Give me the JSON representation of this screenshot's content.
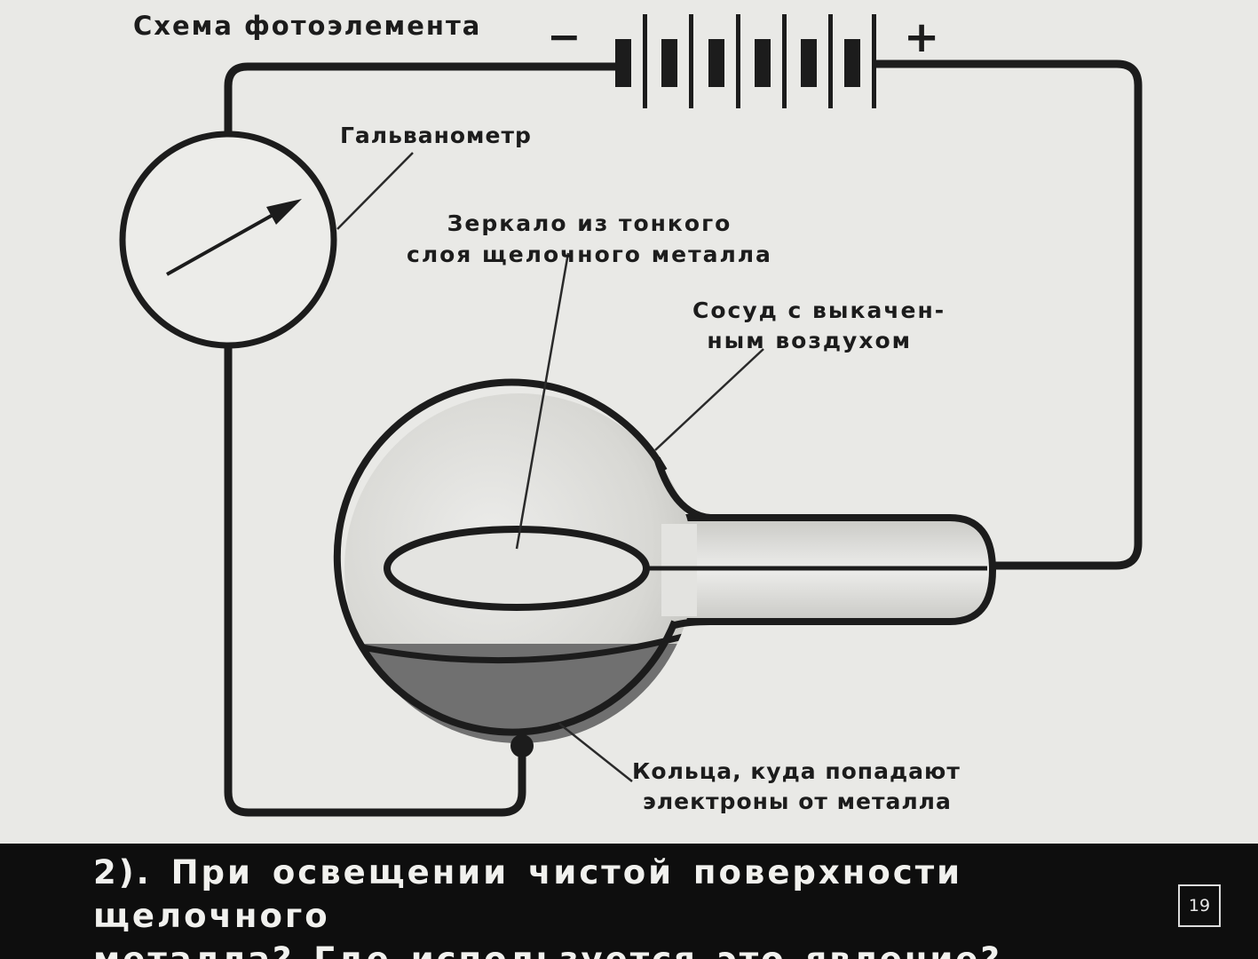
{
  "diagram": {
    "title": "Схема фотоэлемента",
    "battery": {
      "negative_sign": "−",
      "positive_sign": "+"
    },
    "labels": {
      "galvanometer": "Гальванометр",
      "mirror_line1": "Зеркало из тонкого",
      "mirror_line2": "слоя щелочного металла",
      "vessel_line1": "Сосуд с выкачен-",
      "vessel_line2": "ным воздухом",
      "rings_line1": "Кольца, куда попадают",
      "rings_line2": "электроны от металла"
    },
    "colors": {
      "background": "#e9e9e6",
      "ink": "#1c1c1c",
      "glass": "#d6d6d2",
      "metal_coating": "#707070",
      "caption_bar": "#0e0e0e"
    }
  },
  "caption": {
    "line1": "2). При освещении чистой поверхности щелочного",
    "line2": "металла? Где используется это явление?"
  },
  "frame_number": "19"
}
